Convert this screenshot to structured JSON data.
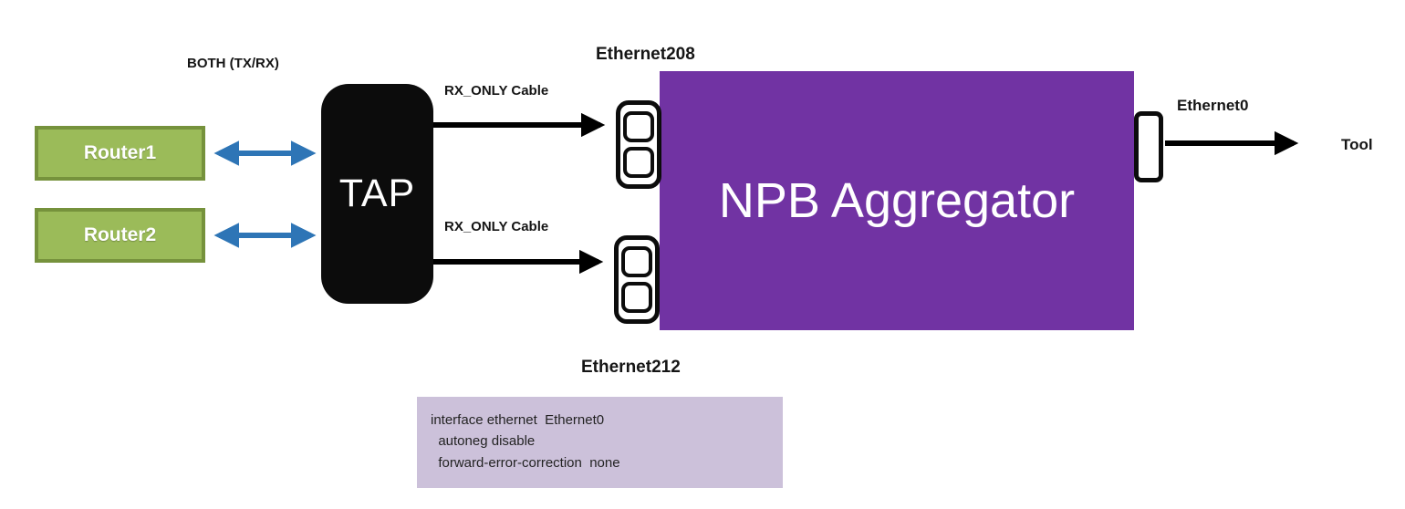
{
  "diagram": {
    "title_hint": "TAP to NPB Aggregator network diagram",
    "labels": {
      "both_txrx": "BOTH (TX/RX)",
      "rx_only_cable_top": "RX_ONLY Cable",
      "rx_only_cable_bottom": "RX_ONLY Cable",
      "ethernet208": "Ethernet208",
      "ethernet212": "Ethernet212",
      "ethernet0": "Ethernet0",
      "tool": "Tool"
    },
    "nodes": {
      "router1": {
        "label": "Router1"
      },
      "router2": {
        "label": "Router2"
      },
      "tap": {
        "label": "TAP"
      },
      "npb_aggregator": {
        "label": "NPB Aggregator"
      }
    },
    "config_box": {
      "lines": [
        "interface ethernet  Ethernet0",
        "  autoneg disable",
        "  forward-error-correction  none"
      ]
    },
    "colors": {
      "router_fill": "#9bbb59",
      "router_border": "#76923c",
      "tap_fill": "#0c0c0c",
      "npb_fill": "#7133a3",
      "config_fill": "#ccc1da",
      "arrow_blue": "#2e75b6",
      "arrow_black": "#000000",
      "node_text": "#ffffff",
      "label_text": "#151515"
    }
  }
}
